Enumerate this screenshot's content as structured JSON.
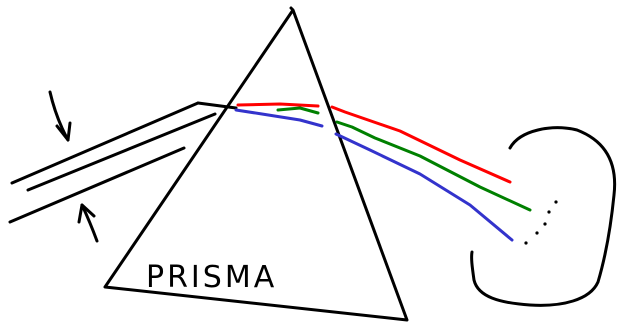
{
  "prism": {
    "label": "PRISMA"
  },
  "colors": {
    "ink": "#000000",
    "red": "#ff0000",
    "green": "#008000",
    "blue": "#3333cc",
    "background": "#ffffff"
  },
  "spectrum": [
    "red",
    "green",
    "blue"
  ]
}
